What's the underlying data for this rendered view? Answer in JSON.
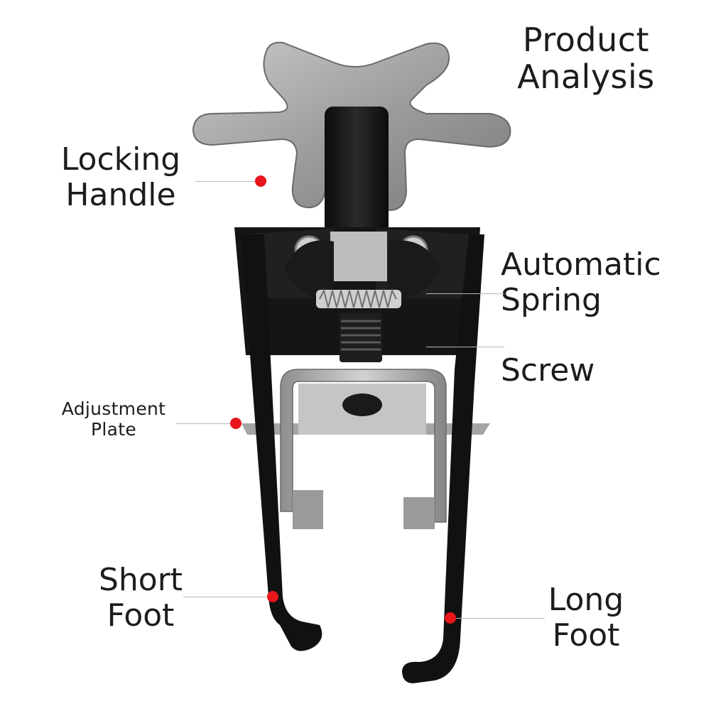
{
  "title": {
    "line1": "Product",
    "line2": "Analysis"
  },
  "callouts": {
    "locking_handle": {
      "line1": "Locking",
      "line2": "Handle"
    },
    "automatic_spring": {
      "line1": "Automatic",
      "line2": "Spring"
    },
    "screw": {
      "line1": "Screw"
    },
    "adjustment_plate": {
      "line1": "Adjustment",
      "line2": "Plate"
    },
    "short_foot": {
      "line1": "Short",
      "line2": "Foot"
    },
    "long_foot": {
      "line1": "Long",
      "line2": "Foot"
    }
  },
  "colors": {
    "marker": "#e8151b",
    "leader_line": "#b8b8b8",
    "tool_metal": "#9a9a98",
    "tool_body": "#161616"
  }
}
